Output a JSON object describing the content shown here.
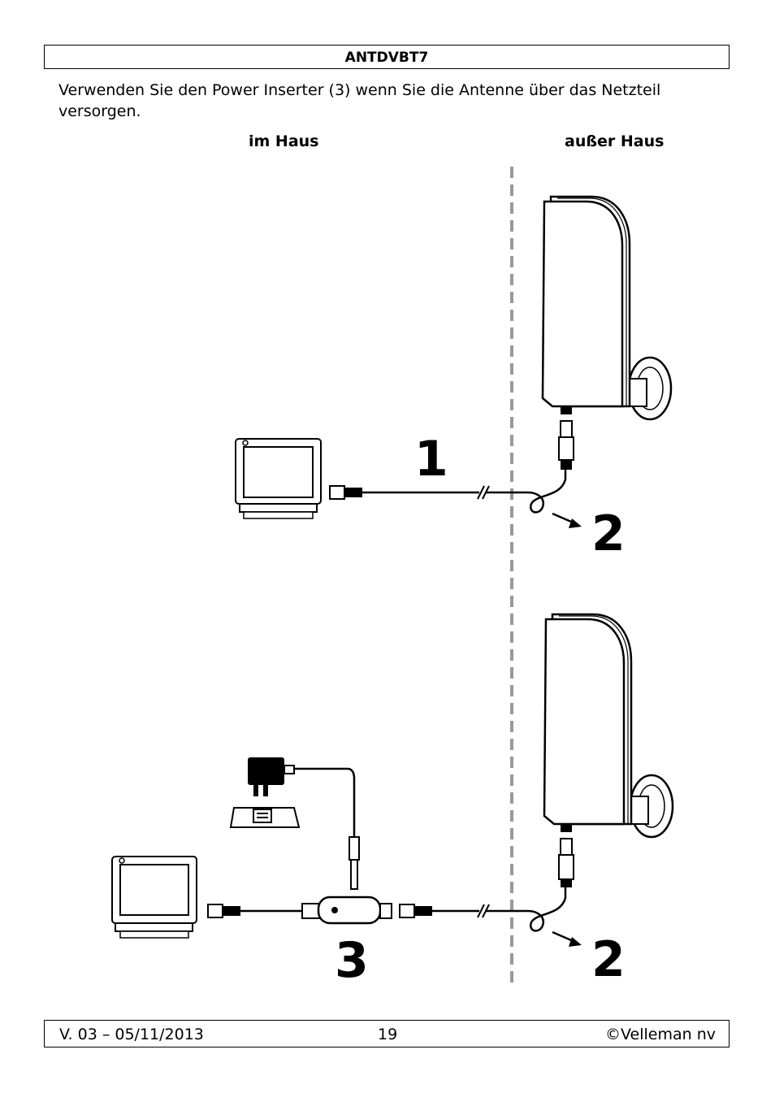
{
  "header": {
    "title": "ANTDVBT7"
  },
  "intro": {
    "text": "Verwenden Sie den Power Inserter (3) wenn Sie die Antenne über das Netzteil versorgen."
  },
  "labels": {
    "inside": "im Haus",
    "outside": "außer Haus"
  },
  "callouts": {
    "one": "1",
    "two_top": "2",
    "two_bottom": "2",
    "three": "3"
  },
  "footer": {
    "version": "V. 03 – 05/11/2013",
    "page": "19",
    "copyright": "©Velleman nv"
  }
}
